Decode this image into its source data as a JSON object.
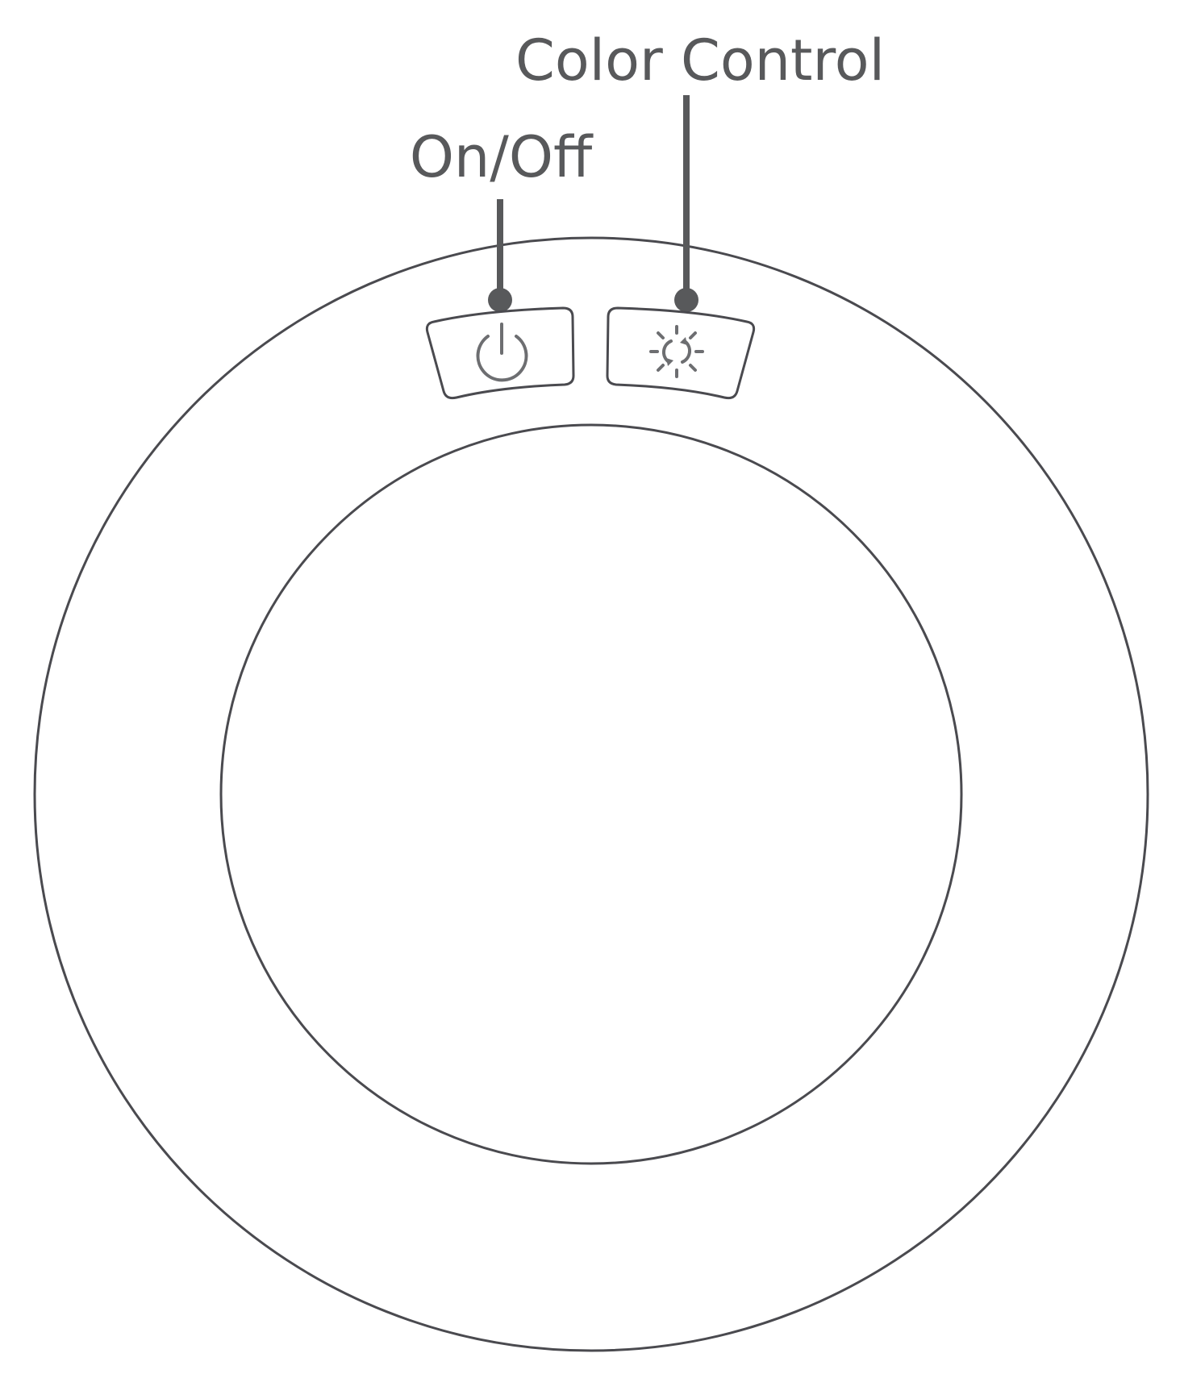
{
  "labels": {
    "on_off": "On/Off",
    "color_control": "Color Control"
  },
  "buttons": [
    {
      "name": "power-button",
      "icon": "power-icon"
    },
    {
      "name": "color-control-button",
      "icon": "sun-cycle-icon"
    }
  ],
  "colors": {
    "line": "#4a4a4f",
    "label": "#58595b",
    "icon": "#6d6e71",
    "background": "#ffffff"
  }
}
